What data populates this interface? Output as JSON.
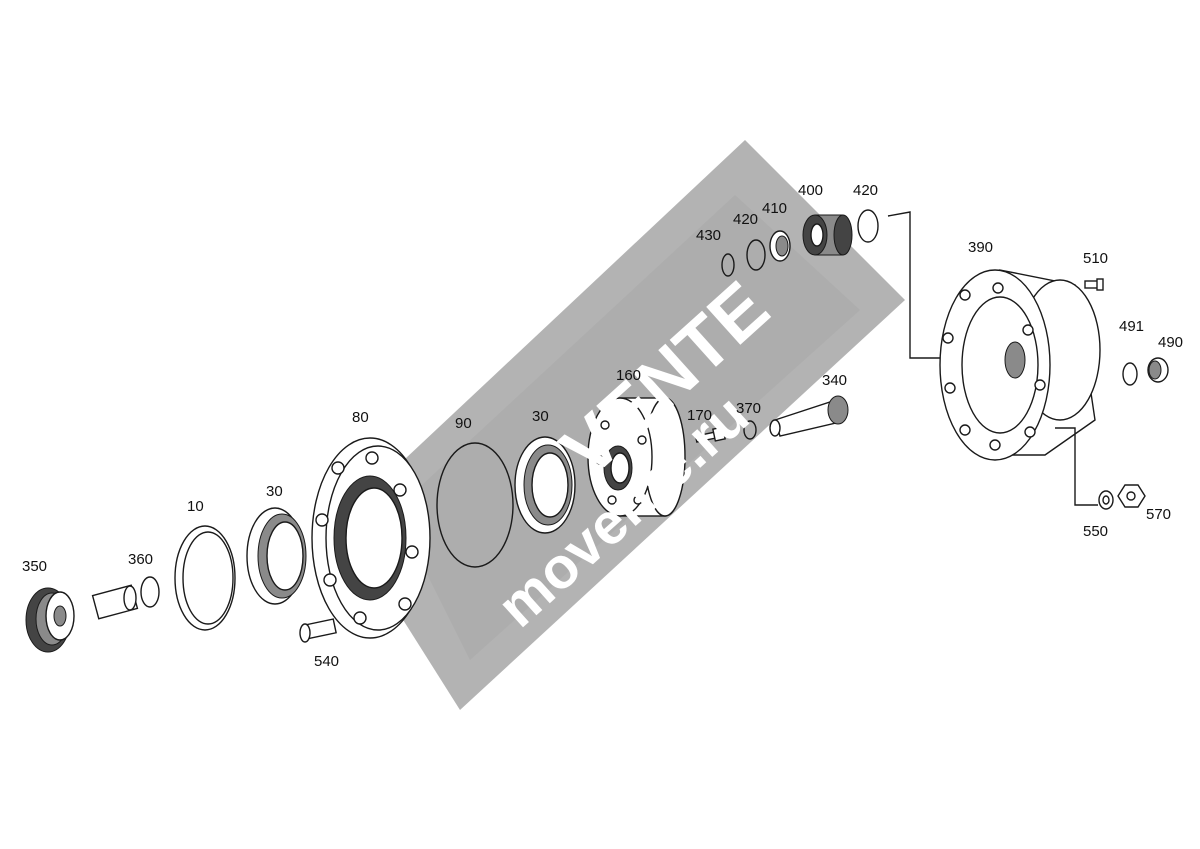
{
  "watermark": {
    "brand": "VENTE",
    "site": "movente.ru",
    "band_color": "#9a9a9a"
  },
  "parts": [
    {
      "id": "350",
      "label": "350"
    },
    {
      "id": "360",
      "label": "360"
    },
    {
      "id": "10",
      "label": "10"
    },
    {
      "id": "30a",
      "label": "30"
    },
    {
      "id": "540",
      "label": "540"
    },
    {
      "id": "80",
      "label": "80"
    },
    {
      "id": "90",
      "label": "90"
    },
    {
      "id": "30b",
      "label": "30"
    },
    {
      "id": "160",
      "label": "160"
    },
    {
      "id": "170",
      "label": "170"
    },
    {
      "id": "370",
      "label": "370"
    },
    {
      "id": "340",
      "label": "340"
    },
    {
      "id": "430",
      "label": "430"
    },
    {
      "id": "420a",
      "label": "420"
    },
    {
      "id": "410",
      "label": "410"
    },
    {
      "id": "400",
      "label": "400"
    },
    {
      "id": "420b",
      "label": "420"
    },
    {
      "id": "390",
      "label": "390"
    },
    {
      "id": "510",
      "label": "510"
    },
    {
      "id": "491",
      "label": "491"
    },
    {
      "id": "490",
      "label": "490"
    },
    {
      "id": "550",
      "label": "550"
    },
    {
      "id": "570",
      "label": "570"
    }
  ]
}
